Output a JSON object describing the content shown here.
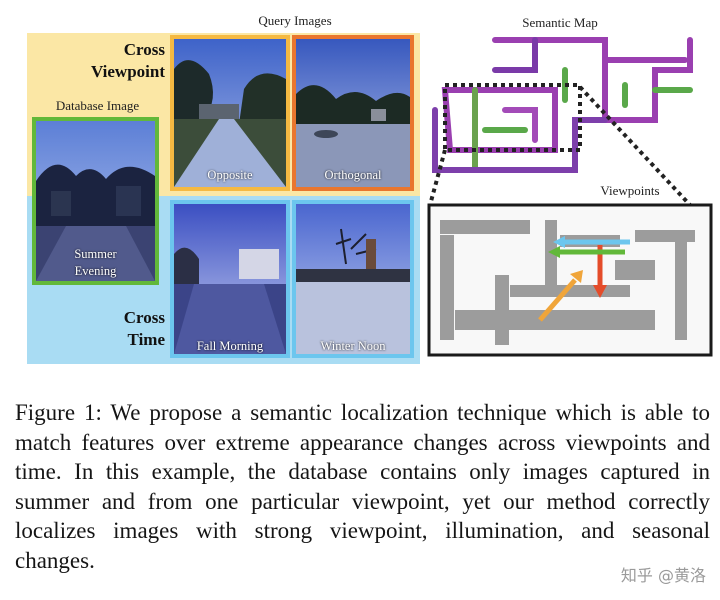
{
  "figure": {
    "query_images_label": "Query Images",
    "database_image_label": "Database Image",
    "cross_viewpoint": [
      "Cross",
      "Viewpoint"
    ],
    "cross_time": [
      "Cross",
      "Time"
    ],
    "database_caption": [
      "Summer",
      "Evening"
    ],
    "query_captions": {
      "opposite": "Opposite",
      "orthogonal": "Orthogonal",
      "fall_morning": "Fall Morning",
      "winter_noon": "Winter Noon"
    },
    "semantic_map_label": "Semantic Map",
    "viewpoints_label": "Viewpoints",
    "colors": {
      "yellow_band": "#fbe7a5",
      "blue_band": "#a9dcf3",
      "green_frame": "#62b83a",
      "yellow_frame": "#f5b942",
      "orange_frame": "#e9762e",
      "blue_frame": "#6cc6ee"
    }
  },
  "caption": {
    "text": "Figure 1: We propose a semantic localization technique which is able to match features over extreme appearance changes across viewpoints and time. In this example, the database contains only images captured in summer and from one particular viewpoint, yet our method correctly localizes images with strong viewpoint, illumination, and seasonal changes."
  },
  "watermark": "知乎 @黄洛"
}
